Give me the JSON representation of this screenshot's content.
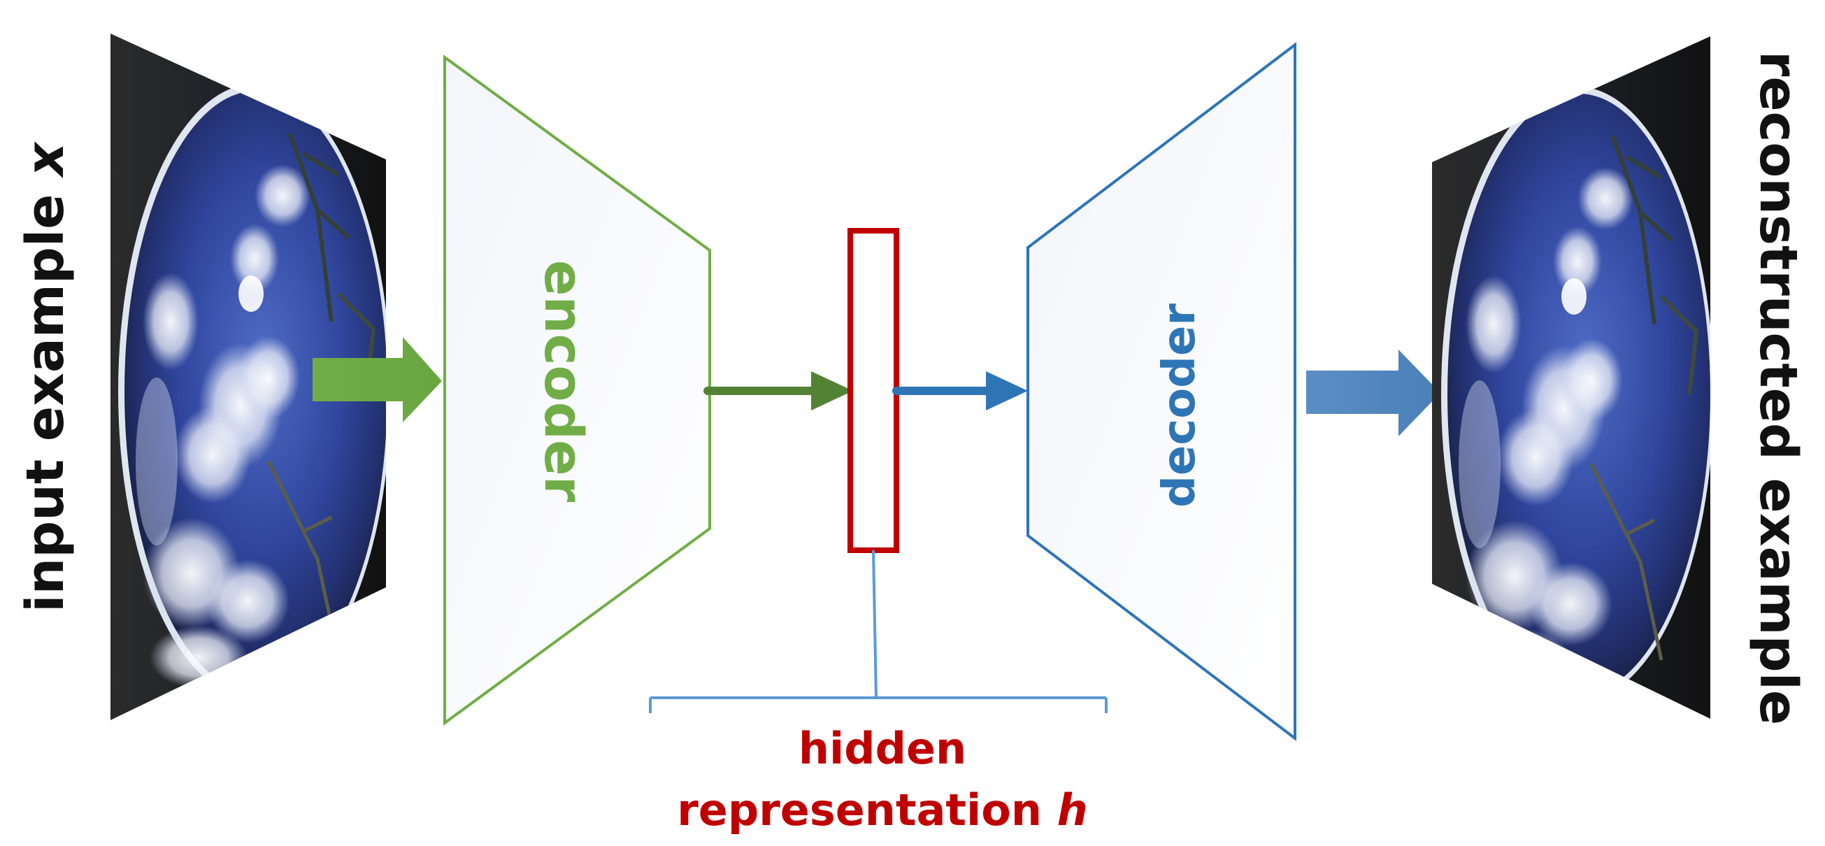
{
  "labels": {
    "input": "input example ",
    "input_var": "x",
    "output": "reconstructed example",
    "encoder": "encoder",
    "decoder": "decoder",
    "hidden_line1": "hidden",
    "hidden_line2": "representation ",
    "hidden_var": "h"
  },
  "colors": {
    "encoder": "#70AD47",
    "encoder_arrow": "#548235",
    "decoder": "#2E75B6",
    "decoder_arrow": "#4A84BE",
    "hidden": "#C00000",
    "bracket": "#5B9BD5",
    "text": "#111111"
  },
  "images": {
    "input_image": "fisheye-sky-photo",
    "output_image": "fisheye-sky-photo-reconstructed"
  }
}
